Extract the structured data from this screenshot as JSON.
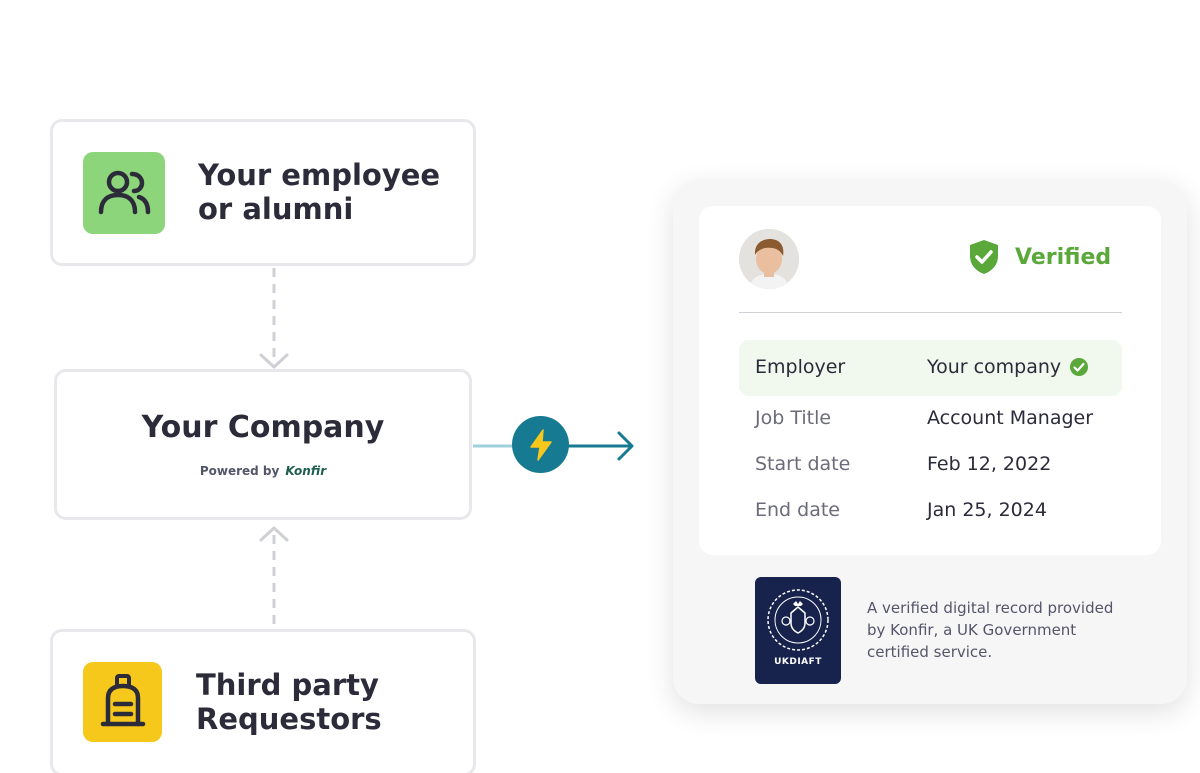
{
  "nodes": {
    "employee": {
      "title_line1": "Your employee",
      "title_line2": "or alumni",
      "icon": "users-icon",
      "tile_color": "#8dd57a"
    },
    "company": {
      "title": "Your Company",
      "powered_by": "Powered by",
      "brand": "Konfir"
    },
    "third_party": {
      "title_line1": "Third party",
      "title_line2": "Requestors",
      "icon": "robot-icon",
      "tile_color": "#f7c81c"
    }
  },
  "flow": {
    "icon": "lightning-icon",
    "accent_color": "#157a92"
  },
  "card": {
    "status": "Verified",
    "status_color": "#5aa83a",
    "rows": [
      {
        "label": "Employer",
        "value": "Your company",
        "verified": true
      },
      {
        "label": "Job Title",
        "value": "Account Manager"
      },
      {
        "label": "Start date",
        "value": "Feb 12, 2022"
      },
      {
        "label": "End date",
        "value": "Jan 25, 2024"
      }
    ],
    "seal_label": "UKDIAFT",
    "footnote": "A verified digital record provided by Konfir, a UK Government certified service."
  }
}
